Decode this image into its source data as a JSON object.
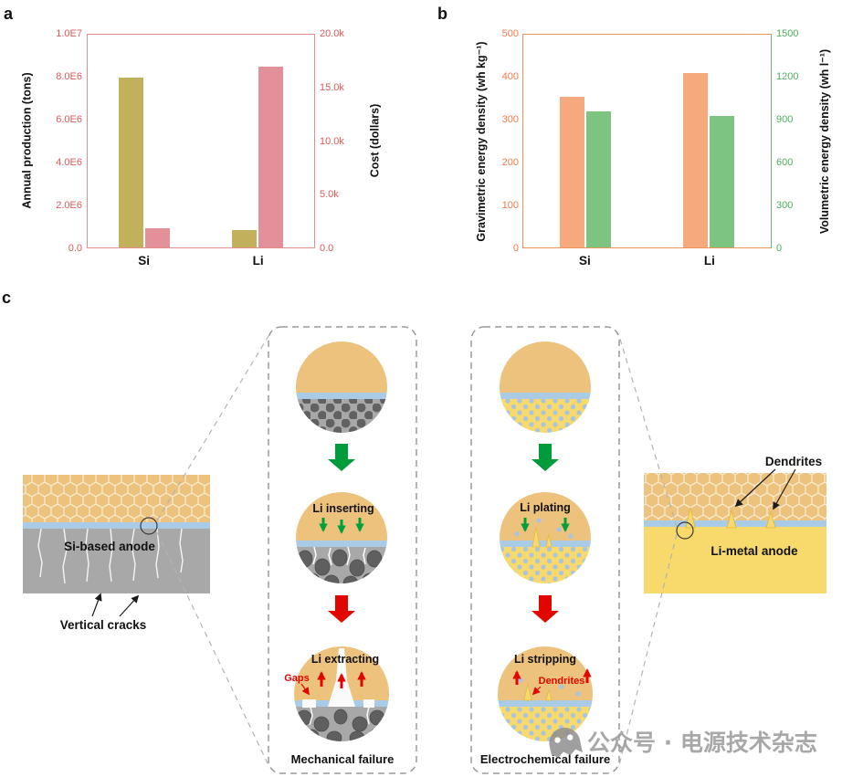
{
  "figure": {
    "panel_labels": {
      "a": "a",
      "b": "b",
      "c": "c"
    }
  },
  "chart_data": [
    {
      "id": "a",
      "type": "bar",
      "title": "",
      "categories": [
        "Si",
        "Li"
      ],
      "series": [
        {
          "name": "annual-production",
          "axis": "left",
          "color": "#c3b05a",
          "values": [
            8000000,
            800000
          ]
        },
        {
          "name": "cost",
          "axis": "right",
          "color": "#e2909a",
          "values": [
            1800,
            17000
          ]
        }
      ],
      "left_axis": {
        "label": "Annual production (tons)",
        "min": 0,
        "max": 10000000,
        "ticks": [
          "0.0",
          "2.0E6",
          "4.0E6",
          "6.0E6",
          "8.0E6",
          "1.0E7"
        ],
        "color": "#dd5a5a"
      },
      "right_axis": {
        "label": "Cost (dollars)",
        "min": 0,
        "max": 20000,
        "ticks": [
          "0.0",
          "5.0k",
          "10.0k",
          "15.0k",
          "20.0k"
        ],
        "color": "#dd5a5a"
      },
      "frame": {
        "left": "#e58c8c",
        "right": "#e58c8c",
        "top": "#e58c8c",
        "bottom": "#e58c8c"
      },
      "grid": false,
      "legend": "none"
    },
    {
      "id": "b",
      "type": "bar",
      "title": "",
      "categories": [
        "Si",
        "Li"
      ],
      "series": [
        {
          "name": "gravimetric-energy-density",
          "axis": "left",
          "color": "#f5a97c",
          "values": [
            355,
            410
          ]
        },
        {
          "name": "volumetric-energy-density",
          "axis": "right",
          "color": "#7cc47f",
          "values": [
            960,
            930
          ]
        }
      ],
      "left_axis": {
        "label": "Gravimetric energy density (wh kg⁻¹)",
        "min": 0,
        "max": 500,
        "ticks": [
          "0",
          "100",
          "200",
          "300",
          "400",
          "500"
        ],
        "color": "#ed7c4c"
      },
      "right_axis": {
        "label": "Volumetric energy density (wh l⁻¹)",
        "min": 0,
        "max": 1500,
        "ticks": [
          "0",
          "300",
          "600",
          "900",
          "1200",
          "1500"
        ],
        "color": "#4fae5c"
      },
      "frame": {
        "left": "#f0945e",
        "right": "#62bb6a",
        "top": "#f0945e",
        "bottom": "#f0945e"
      },
      "grid": false,
      "legend": "none"
    }
  ],
  "diagram": {
    "si_anode": {
      "label": "Si-based anode",
      "annotation": "Vertical cracks"
    },
    "li_anode": {
      "label": "Li-metal anode",
      "annotation": "Dendrites"
    },
    "mechanical": {
      "step1": "Li inserting",
      "step2": "Li extracting",
      "gaps": "Gaps",
      "caption": "Mechanical failure"
    },
    "electrochemical": {
      "step1": "Li plating",
      "step2": "Li stripping",
      "dendrites": "Dendrites",
      "caption": "Electrochemical failure"
    },
    "colors": {
      "cathode_tan": "#ecc27d",
      "separator_blue": "#a9cbe5",
      "si_gray": "#a8a8a8",
      "si_particle": "#5f5f5f",
      "li_yellow": "#f8d96b",
      "li_ion_blue": "#a9c3e3",
      "arrow_green": "#00a03a",
      "arrow_red": "#e10600"
    }
  },
  "watermark": {
    "text": "公众号 · 电源技术杂志",
    "icon": "ghost-icon"
  }
}
